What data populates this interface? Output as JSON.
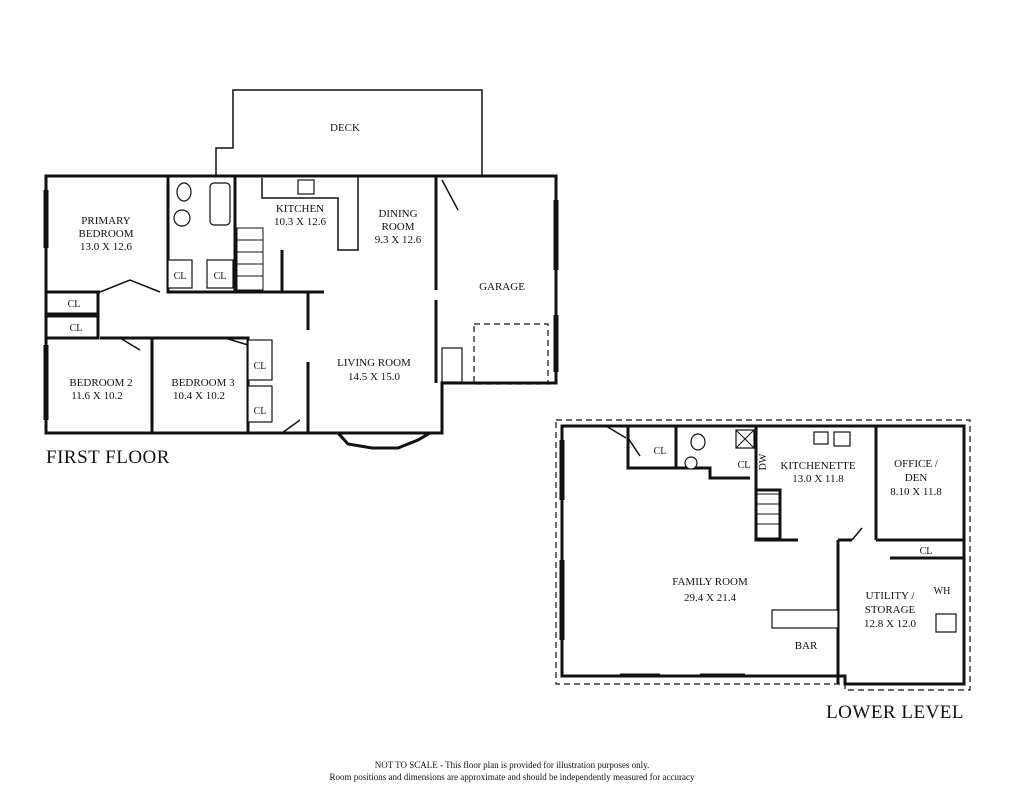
{
  "first_floor": {
    "title": "FIRST FLOOR",
    "rooms": [
      {
        "name": "DECK",
        "dims": ""
      },
      {
        "name": "KITCHEN",
        "dims": "10.3 X 12.6"
      },
      {
        "name": "DINING",
        "name2": "ROOM",
        "dims": "9.3 X 12.6"
      },
      {
        "name": "PRIMARY",
        "name2": "BEDROOM",
        "dims": "13.0 X 12.6"
      },
      {
        "name": "GARAGE",
        "dims": ""
      },
      {
        "name": "LIVING ROOM",
        "dims": "14.5 X 15.0"
      },
      {
        "name": "BEDROOM 2",
        "dims": "11.6 X 10.2"
      },
      {
        "name": "BEDROOM 3",
        "dims": "10.4 X 10.2"
      }
    ],
    "closet_label": "CL"
  },
  "lower_level": {
    "title": "LOWER LEVEL",
    "rooms": [
      {
        "name": "KITCHENETTE",
        "dims": "13.0 X 11.8"
      },
      {
        "name": "OFFICE /",
        "name2": "DEN",
        "dims": "8.10 X 11.8"
      },
      {
        "name": "FAMILY ROOM",
        "dims": "29.4 X 21.4"
      },
      {
        "name": "UTILITY /",
        "name2": "STORAGE",
        "dims": "12.8 X 12.0"
      }
    ],
    "closet_label": "CL",
    "bar_label": "BAR",
    "water_heater_label": "WH",
    "dishwasher_label": "DW"
  },
  "disclaimer": {
    "line1": "NOT TO SCALE - This floor plan is provided for illustration purposes only.",
    "line2": "Room positions and dimensions are approximate and should be independently measured for accuracy"
  }
}
